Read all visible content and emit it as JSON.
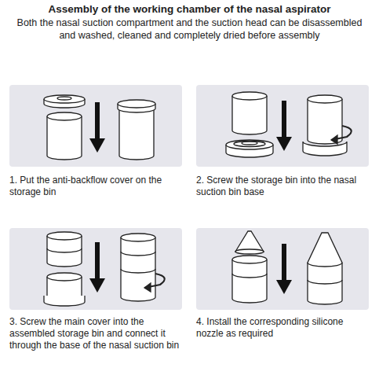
{
  "diagram": {
    "title": "Assembly of the working chamber of the nasal aspirator",
    "labels": [
      "Both the nasal suction compartment and the suction head can be disassembled and washed, cleaned and completely dried before assembly",
      "1. Put the anti-backflow cover on the storage bin",
      "2. Screw the storage bin into the nasal suction bin base",
      "3. Screw the main cover into the assembled storage bin and connect it through the base of the nasal suction bin",
      "4. Install the corresponding silicone nozzle as required"
    ]
  }
}
